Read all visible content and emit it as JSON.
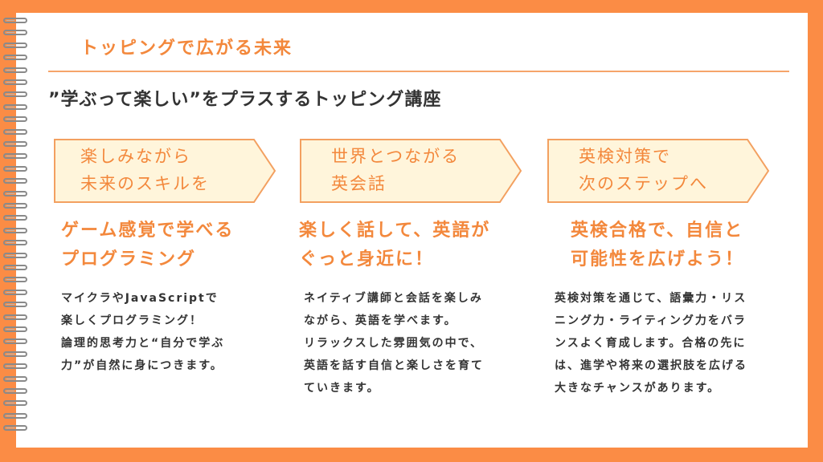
{
  "header": {
    "title": "トッピングで広がる未来",
    "subtitle": "”学ぶって楽しい”をプラスするトッピング講座"
  },
  "columns": [
    {
      "tag_lines": [
        "楽しみながら",
        "未来のスキルを"
      ],
      "heading_lines": [
        "ゲーム感覚で学べる",
        "プログラミング"
      ],
      "body_lines": [
        "マイクラやJavaScriptで",
        "楽しくプログラミング！",
        " 論理的思考力と“自分で学ぶ",
        "力”が自然に身につきます。"
      ]
    },
    {
      "tag_lines": [
        "世界とつながる",
        "英会話"
      ],
      "heading_lines": [
        "楽しく話して、英語が",
        "ぐっと身近に！"
      ],
      "body_lines": [
        "ネイティブ講師と会話を楽しみ",
        "ながら、英語を学べます。",
        "リラックスした雰囲気の中で、",
        "英語を話す自信と楽しさを育て",
        "ていきます。"
      ]
    },
    {
      "tag_lines": [
        "英検対策で",
        "次のステップへ"
      ],
      "heading_lines": [
        "英検合格で、自信と",
        "可能性を広げよう！"
      ],
      "body_lines": [
        "英検対策を通じて、語彙力・リス",
        "ニング力・ライティング力をバラ",
        "ンスよく育成します。合格の先に",
        "は、進学や将来の選択肢を広げる",
        "大きなチャンスがあります。"
      ]
    }
  ],
  "colors": {
    "frame": "#fb8c45",
    "accent": "#f3883c",
    "tag_fill": "#fff5db",
    "text": "#333333"
  }
}
